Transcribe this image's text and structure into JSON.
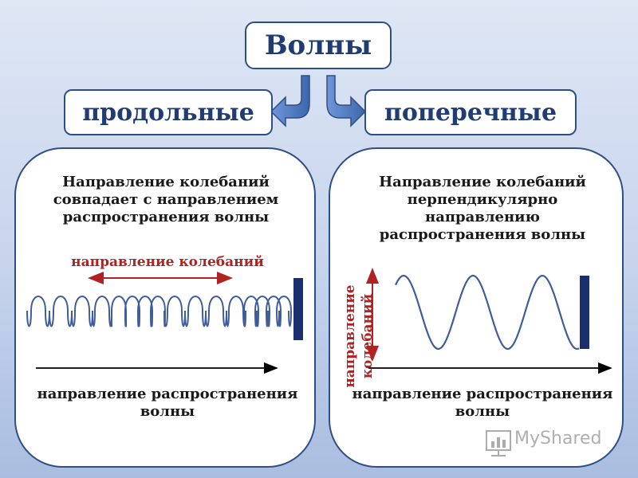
{
  "title": "Волны",
  "branches": {
    "left": "продольные",
    "right": "поперечные"
  },
  "left_panel": {
    "description": "Направление колебаний\nсовпадает с направлением\nраспространения волны",
    "oscillation_label": "направление колебаний",
    "propagation_label": "направление распространения\nволны"
  },
  "right_panel": {
    "description": "Направление колебаний\nперпендикулярно\nнаправлению\nраспространения волны",
    "oscillation_label": "направление колебаний",
    "propagation_label": "направление распространения\nволны"
  },
  "watermark": "MyShared",
  "colors": {
    "box_border": "#2d4f86",
    "title_text": "#1f3d73",
    "wave": "#3f5d9a",
    "oscillation_arrow": "#b22222",
    "wall": "#1b2f6e",
    "connector_arrow": "#4f7cc4"
  }
}
